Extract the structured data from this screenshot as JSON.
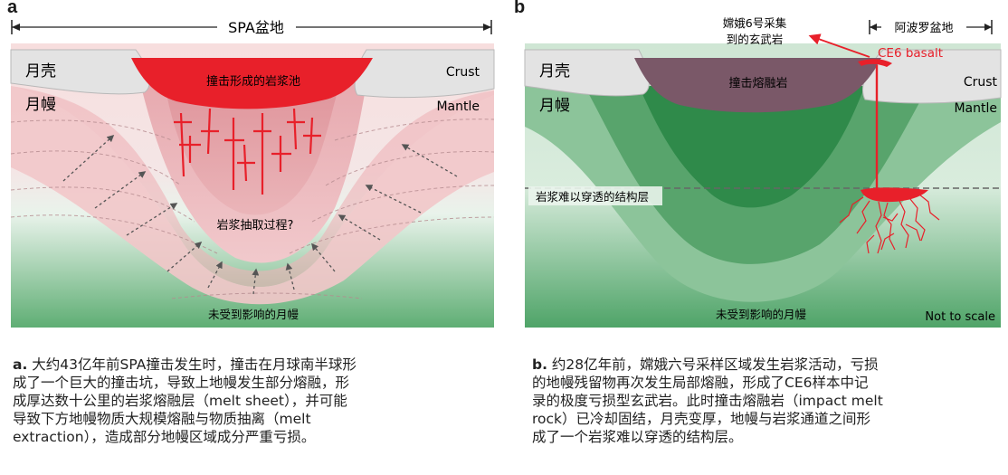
{
  "panel_a": {
    "letter": "a",
    "span_label": "SPA盆地",
    "crust_cn": "月壳",
    "mantle_cn": "月幔",
    "crust_en": "Crust",
    "mantle_en": "Mantle",
    "melt_pool": "撞击形成的岩浆池",
    "extraction": "岩浆抽取过程?",
    "unaffected": "未受到影响的月幔"
  },
  "panel_b": {
    "letter": "b",
    "ce6_cn_line1": "嫦娥6号采集",
    "ce6_cn_line2": "到的玄武岩",
    "apollo_label": "阿波罗盆地",
    "ce6_basalt": "CE6 basalt",
    "crust_cn": "月壳",
    "mantle_cn": "月幔",
    "crust_en": "Crust",
    "mantle_en": "Mantle",
    "impact_melt": "撞击熔融岩",
    "barrier_layer": "岩浆难以穿透的结构层",
    "unaffected": "未受到影响的月幔",
    "scale_note": "Not to scale"
  },
  "captions": {
    "a_letter": "a.",
    "a_lines": [
      "大约43亿年前SPA撞击发生时，撞击在月球南半球形",
      "成了一个巨大的撞击坑，导致上地幔发生部分熔融，形",
      "成厚达数十公里的岩浆熔融层（melt sheet），并可能",
      "导致下方地幔物质大规模熔融与物质抽离（melt",
      "extraction），造成部分地幔区域成分严重亏损。"
    ],
    "b_letter": "b.",
    "b_lines": [
      "约28亿年前，嫦娥六号采样区域发生岩浆活动，亏损",
      "的地幔残留物再次发生局部熔融，形成了CE6样本中记",
      "录的极度亏损型玄武岩。此时撞击熔融岩（impact melt",
      "rock）已冷却固结，月壳变厚，地幔与岩浆通道之间形",
      "成了一个岩浆难以穿透的结构层。"
    ]
  },
  "colors": {
    "crust": "#e3e3e3",
    "melt_red": "#e8202a",
    "impact_melt_purple": "#7a5868",
    "mantle_green_light": "#cfe6d4",
    "mantle_green": "#6fb07e",
    "mantle_green_dark": "#2f8a4a",
    "pink_zone": "#f2bcc0"
  }
}
